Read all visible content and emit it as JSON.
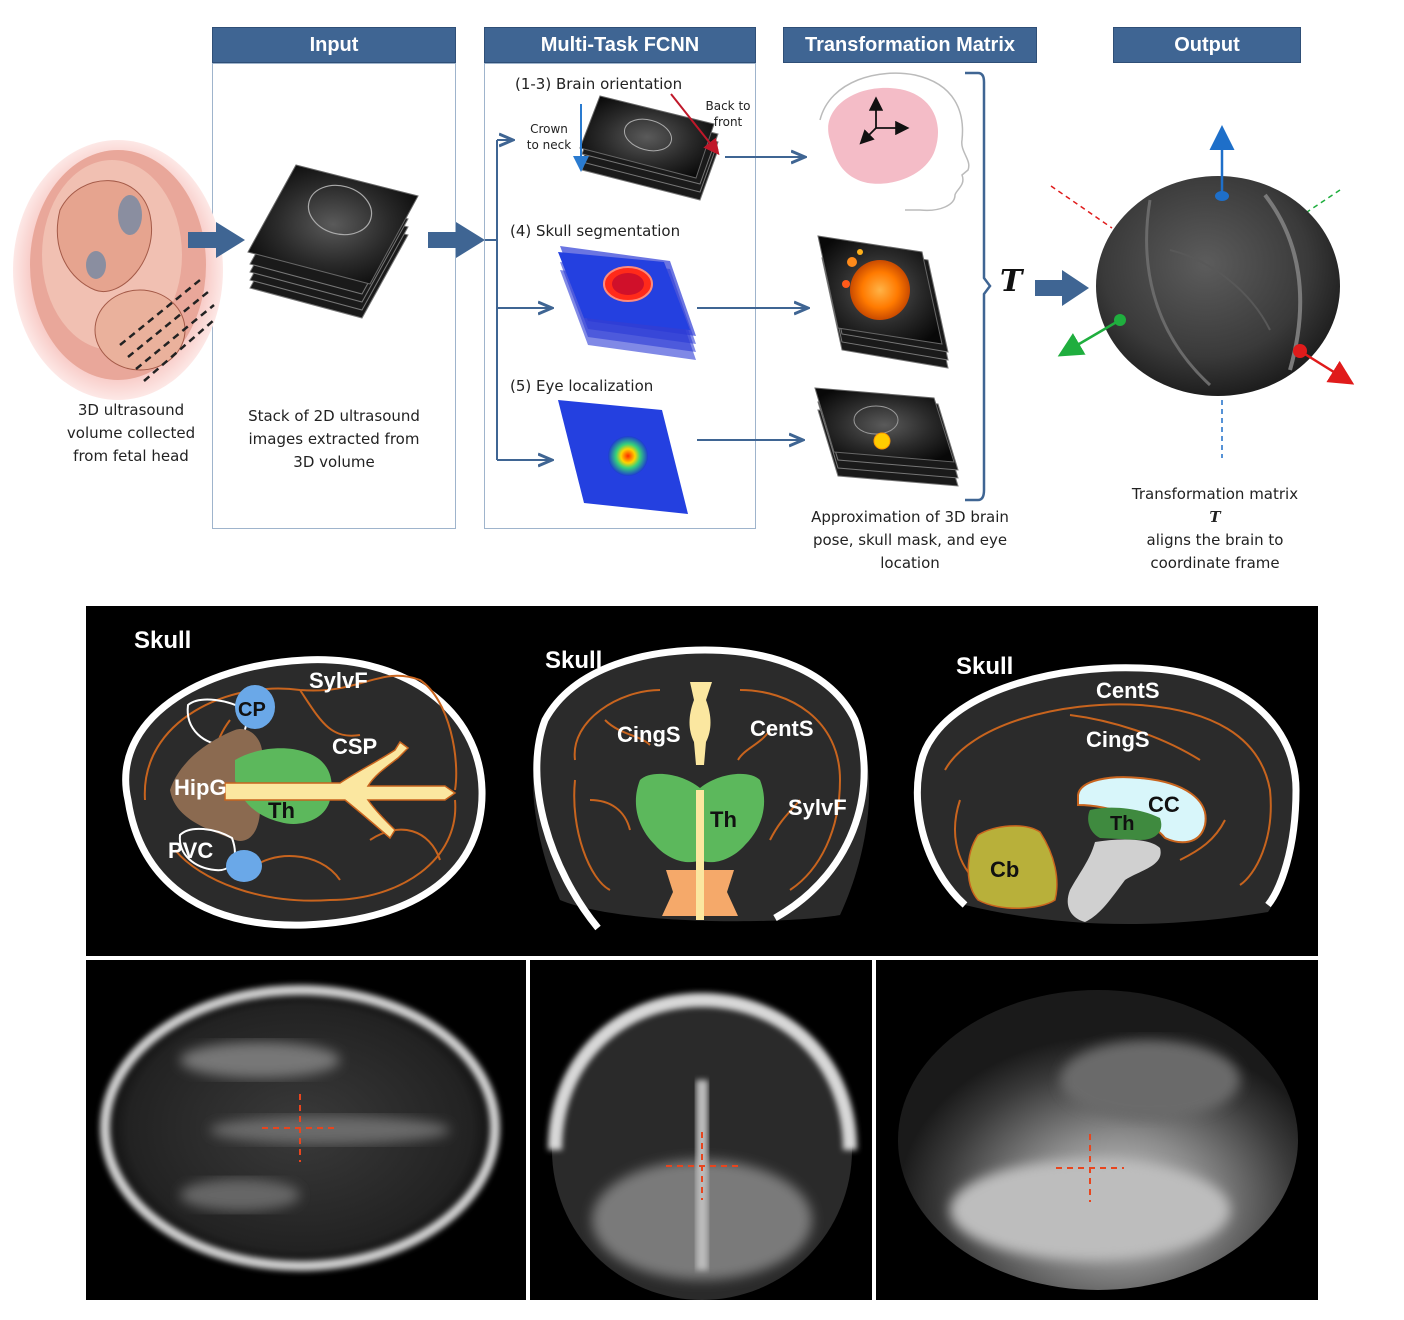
{
  "headers": {
    "input": "Input",
    "fcnn": "Multi-Task FCNN",
    "matrix": "Transformation Matrix",
    "output": "Output"
  },
  "captions": {
    "us_volume": "3D ultrasound volume collected from fetal head",
    "stack": "Stack of 2D ultrasound images extracted from 3D volume",
    "approx": "Approximation of 3D brain pose, skull mask, and eye location",
    "output_line1": "Transformation matrix",
    "output_T": "T",
    "output_line2": "aligns the brain to coordinate frame"
  },
  "steps": {
    "orientation": "(1-3) Brain orientation",
    "skull": "(4) Skull segmentation",
    "eye": "(5) Eye localization"
  },
  "arrow_labels": {
    "crown": "Crown to neck",
    "back": "Back to front"
  },
  "T_symbol": "T",
  "anatomy": {
    "axial": {
      "skull": "Skull",
      "sylvf": "SylvF",
      "cp": "CP",
      "csp": "CSP",
      "hipg": "HipG",
      "th": "Th",
      "pvc": "PVC"
    },
    "coronal": {
      "skull": "Skull",
      "cings": "CingS",
      "cents": "CentS",
      "th": "Th",
      "sylvf": "SylvF"
    },
    "sagittal": {
      "skull": "Skull",
      "cents": "CentS",
      "cings": "CingS",
      "cc": "CC",
      "th": "Th",
      "cb": "Cb"
    }
  },
  "colors": {
    "header_bg": "#3f6593",
    "arrow_blue": "#3f6593",
    "thalamus": "#5cb85c",
    "sulcus": "#c8641e",
    "csp": "#fbe7a0",
    "hipg": "#8b6a50",
    "cp": "#6aa8e8",
    "cb": "#b8b03a",
    "cc": "#d8f6fa",
    "crosshair": "#e8451e"
  }
}
